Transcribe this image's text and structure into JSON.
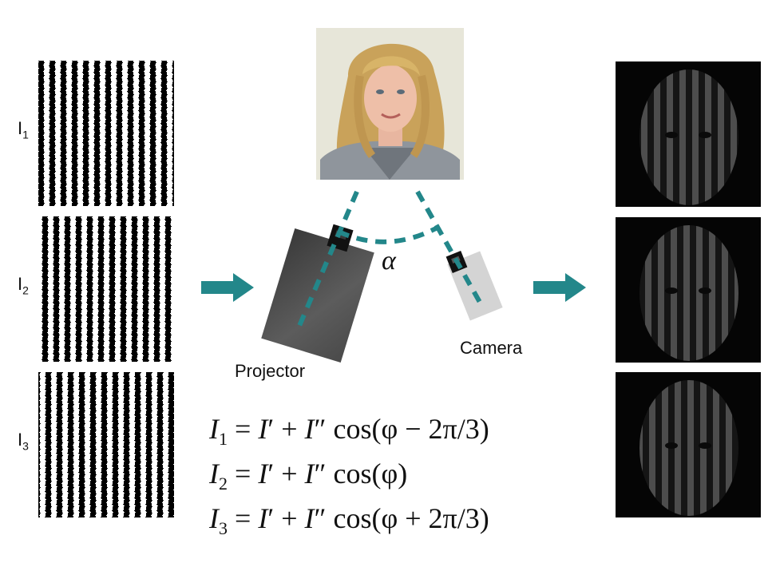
{
  "patterns": [
    {
      "label_main": "I",
      "label_sub": "1"
    },
    {
      "label_main": "I",
      "label_sub": "2"
    },
    {
      "label_main": "I",
      "label_sub": "3"
    }
  ],
  "projector_label": "Projector",
  "camera_label": "Camera",
  "angle_label": "α",
  "equations": [
    {
      "lhs_sub": "1",
      "arg": "(φ − 2π/3)"
    },
    {
      "lhs_sub": "2",
      "arg": "(φ)"
    },
    {
      "lhs_sub": "3",
      "arg": "(φ + 2π/3)"
    }
  ],
  "colors": {
    "accent": "#23878a",
    "projector": "#4d4d4d",
    "camera": "#d4d4d4",
    "dark_frame": "#050505"
  }
}
